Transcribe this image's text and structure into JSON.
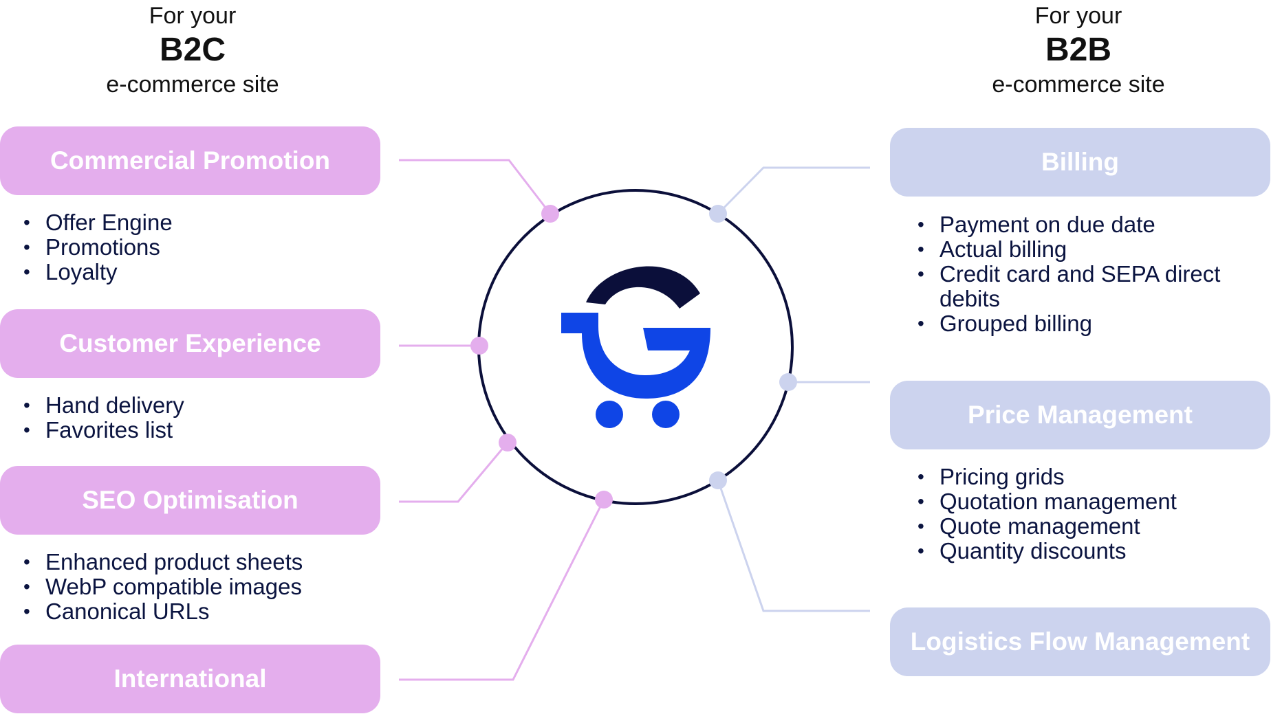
{
  "b2c": {
    "pre": "For your",
    "type": "B2C",
    "post": "e-commerce site",
    "accent_color": "#e4aeed",
    "features": [
      {
        "label": "Commercial Promotion",
        "items": [
          "Offer Engine",
          "Promotions",
          "Loyalty"
        ]
      },
      {
        "label": "Customer Experience",
        "items": [
          "Hand delivery",
          "Favorites list"
        ]
      },
      {
        "label": "SEO Optimisation",
        "items": [
          "Enhanced product sheets",
          "WebP compatible images",
          "Canonical URLs"
        ]
      },
      {
        "label": "International",
        "items": []
      }
    ]
  },
  "b2b": {
    "pre": "For your",
    "type": "B2B",
    "post": "e-commerce site",
    "accent_color": "#ccd3ee",
    "features": [
      {
        "label": "Billing",
        "items": [
          "Payment on due date",
          "Actual billing",
          "Credit card and SEPA direct debits",
          "Grouped billing"
        ]
      },
      {
        "label": "Price Management",
        "items": [
          "Pricing grids",
          "Quotation management",
          "Quote management",
          "Quantity discounts"
        ]
      },
      {
        "label": "Logistics Flow Management",
        "items": []
      }
    ]
  },
  "hub": {
    "logo_icon": "cart-g-logo-icon",
    "ring_color": "#0b0f3a",
    "logo_blue": "#0f45e6",
    "logo_navy": "#0b0f3a"
  }
}
